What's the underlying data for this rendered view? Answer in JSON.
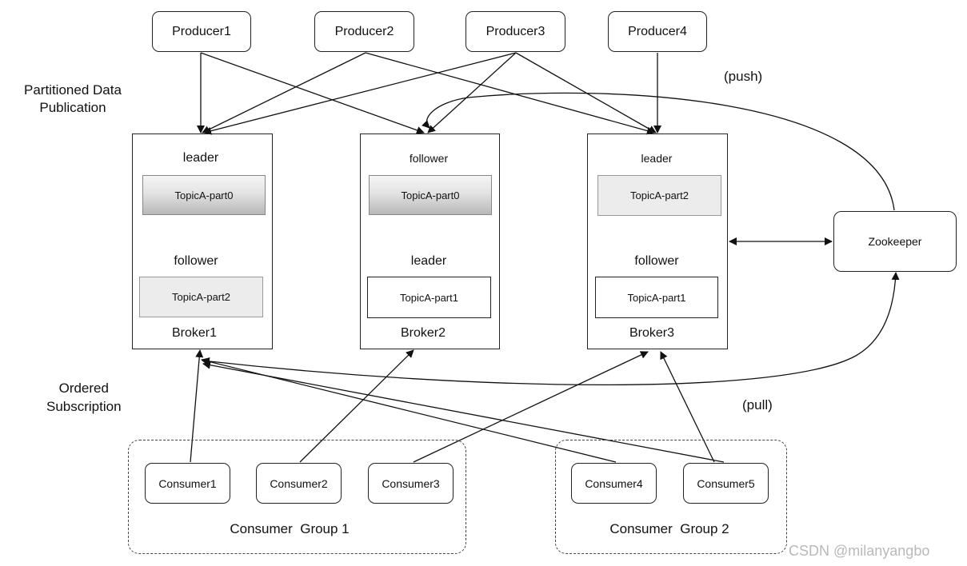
{
  "producers": [
    {
      "label": "Producer1"
    },
    {
      "label": "Producer2"
    },
    {
      "label": "Producer3"
    },
    {
      "label": "Producer4"
    }
  ],
  "brokers": [
    {
      "name": "Broker1",
      "top_role": "leader",
      "top_partition": "TopicA-part0",
      "bottom_role": "follower",
      "bottom_partition": "TopicA-part2"
    },
    {
      "name": "Broker2",
      "top_role": "follower",
      "top_partition": "TopicA-part0",
      "bottom_role": "leader",
      "bottom_partition": "TopicA-part1"
    },
    {
      "name": "Broker3",
      "top_role": "leader",
      "top_partition": "TopicA-part2",
      "bottom_role": "follower",
      "bottom_partition": "TopicA-part1"
    }
  ],
  "zookeeper": {
    "label": "Zookeeper"
  },
  "annotations": {
    "publication": "Partitioned Data\nPublication",
    "subscription": "Ordered\nSubscription",
    "push": "(push)",
    "pull": "(pull)"
  },
  "consumer_groups": [
    {
      "label": "Consumer  Group 1",
      "consumers": [
        "Consumer1",
        "Consumer2",
        "Consumer3"
      ]
    },
    {
      "label": "Consumer  Group 2",
      "consumers": [
        "Consumer4",
        "Consumer5"
      ]
    }
  ],
  "watermark": "CSDN @milanyangbo"
}
